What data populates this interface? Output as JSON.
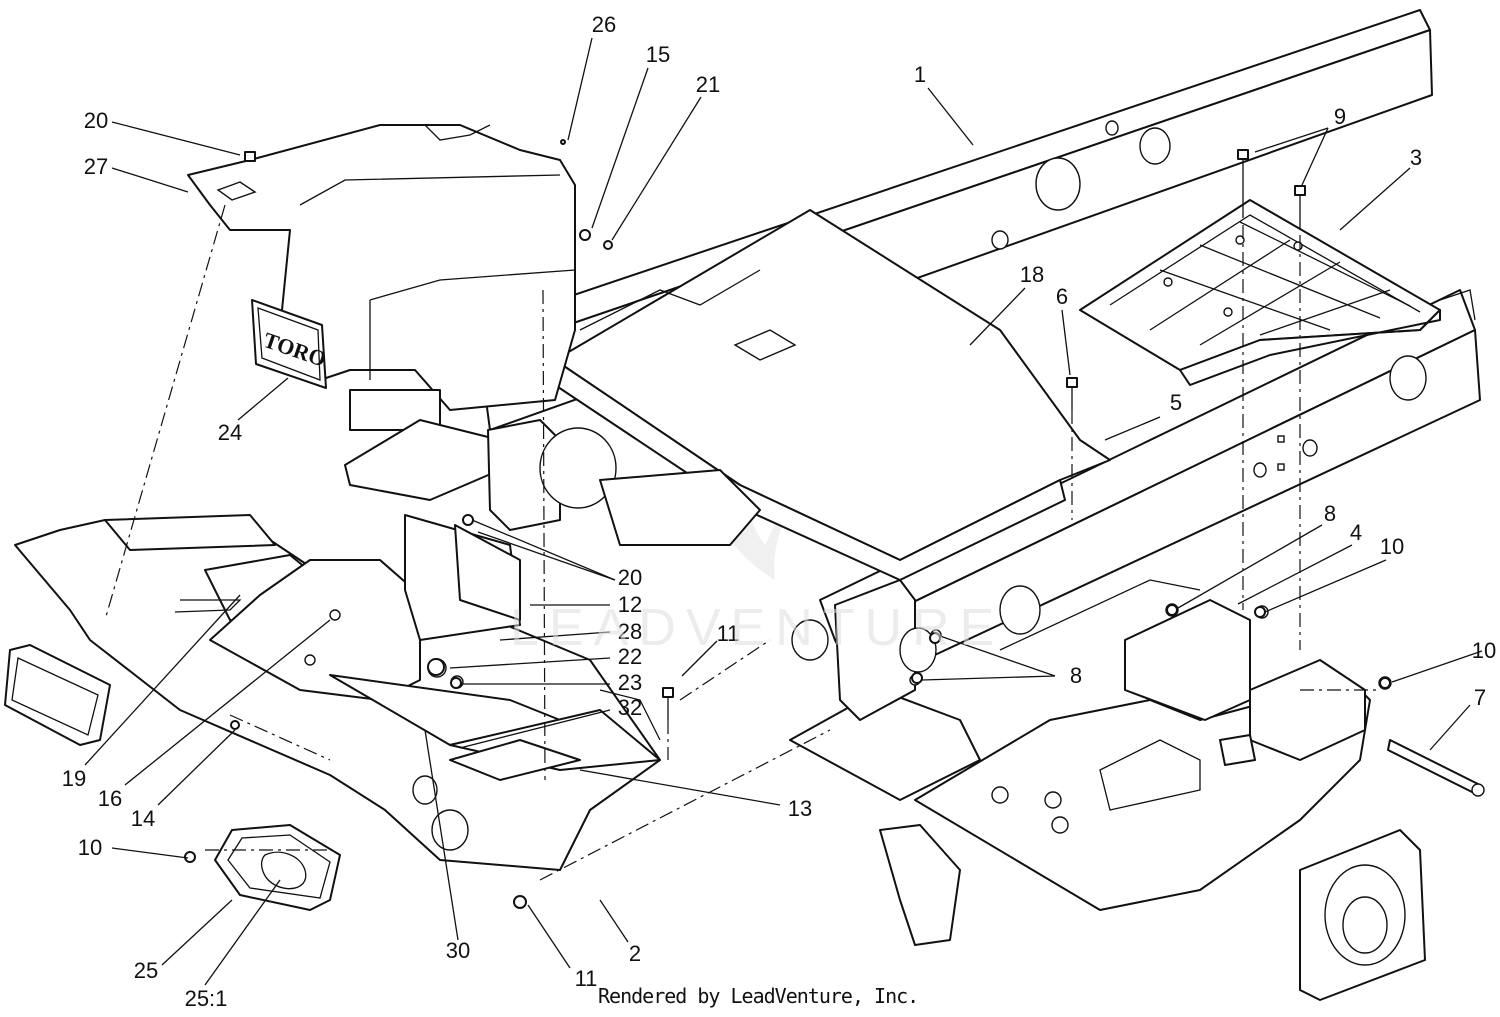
{
  "brand_plate": "TORO",
  "credit": "Rendered by LeadVenture, Inc.",
  "watermark": "LEADVENTURE",
  "callouts": [
    {
      "id": "c-26",
      "label": "26"
    },
    {
      "id": "c-15",
      "label": "15"
    },
    {
      "id": "c-21",
      "label": "21"
    },
    {
      "id": "c-1",
      "label": "1"
    },
    {
      "id": "c-9",
      "label": "9"
    },
    {
      "id": "c-3",
      "label": "3"
    },
    {
      "id": "c-20a",
      "label": "20"
    },
    {
      "id": "c-27",
      "label": "27"
    },
    {
      "id": "c-18",
      "label": "18"
    },
    {
      "id": "c-6",
      "label": "6"
    },
    {
      "id": "c-5",
      "label": "5"
    },
    {
      "id": "c-24",
      "label": "24"
    },
    {
      "id": "c-8a",
      "label": "8"
    },
    {
      "id": "c-4",
      "label": "4"
    },
    {
      "id": "c-10a",
      "label": "10"
    },
    {
      "id": "c-20b",
      "label": "20"
    },
    {
      "id": "c-12",
      "label": "12"
    },
    {
      "id": "c-28",
      "label": "28"
    },
    {
      "id": "c-11a",
      "label": "11"
    },
    {
      "id": "c-22",
      "label": "22"
    },
    {
      "id": "c-23",
      "label": "23"
    },
    {
      "id": "c-8b",
      "label": "8"
    },
    {
      "id": "c-10b",
      "label": "10"
    },
    {
      "id": "c-32",
      "label": "32"
    },
    {
      "id": "c-7",
      "label": "7"
    },
    {
      "id": "c-19",
      "label": "19"
    },
    {
      "id": "c-16",
      "label": "16"
    },
    {
      "id": "c-14",
      "label": "14"
    },
    {
      "id": "c-13",
      "label": "13"
    },
    {
      "id": "c-10c",
      "label": "10"
    },
    {
      "id": "c-30",
      "label": "30"
    },
    {
      "id": "c-2",
      "label": "2"
    },
    {
      "id": "c-25",
      "label": "25"
    },
    {
      "id": "c-11b",
      "label": "11"
    },
    {
      "id": "c-25-1",
      "label": "25:1"
    }
  ]
}
